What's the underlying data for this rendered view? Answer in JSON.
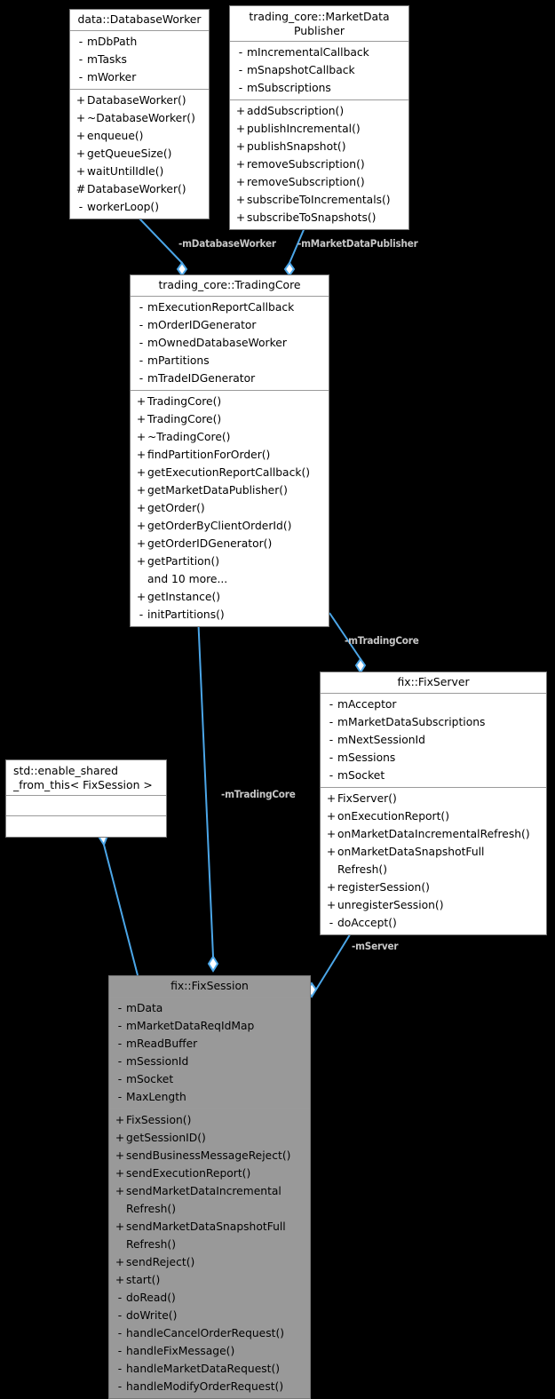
{
  "diagram": {
    "type": "uml-class-collaboration-diagram",
    "background": "#000000",
    "edge_color": "#4ba6e8",
    "label_color": "#c8c8c8",
    "highlight_fill": "#999999"
  },
  "nodes": {
    "database_worker": {
      "title": "data::DatabaseWorker",
      "attributes": [
        {
          "vis": "-",
          "name": "mDbPath"
        },
        {
          "vis": "-",
          "name": "mTasks"
        },
        {
          "vis": "-",
          "name": "mWorker"
        }
      ],
      "operations": [
        {
          "vis": "+",
          "name": "DatabaseWorker()"
        },
        {
          "vis": "+",
          "name": "~DatabaseWorker()"
        },
        {
          "vis": "+",
          "name": "enqueue()"
        },
        {
          "vis": "+",
          "name": "getQueueSize()"
        },
        {
          "vis": "+",
          "name": "waitUntilIdle()"
        },
        {
          "vis": "#",
          "name": "DatabaseWorker()"
        },
        {
          "vis": "-",
          "name": "workerLoop()"
        }
      ]
    },
    "market_data_publisher": {
      "title_line1": "trading_core::MarketData",
      "title_line2": "Publisher",
      "attributes": [
        {
          "vis": "-",
          "name": "mIncrementalCallback"
        },
        {
          "vis": "-",
          "name": "mSnapshotCallback"
        },
        {
          "vis": "-",
          "name": "mSubscriptions"
        }
      ],
      "operations": [
        {
          "vis": "+",
          "name": "addSubscription()"
        },
        {
          "vis": "+",
          "name": "publishIncremental()"
        },
        {
          "vis": "+",
          "name": "publishSnapshot()"
        },
        {
          "vis": "+",
          "name": "removeSubscription()"
        },
        {
          "vis": "+",
          "name": "removeSubscription()"
        },
        {
          "vis": "+",
          "name": "subscribeToIncrementals()"
        },
        {
          "vis": "+",
          "name": "subscribeToSnapshots()"
        }
      ]
    },
    "trading_core": {
      "title": "trading_core::TradingCore",
      "attributes": [
        {
          "vis": "-",
          "name": "mExecutionReportCallback"
        },
        {
          "vis": "-",
          "name": "mOrderIDGenerator"
        },
        {
          "vis": "-",
          "name": "mOwnedDatabaseWorker"
        },
        {
          "vis": "-",
          "name": "mPartitions"
        },
        {
          "vis": "-",
          "name": "mTradeIDGenerator"
        }
      ],
      "operations": [
        {
          "vis": "+",
          "name": "TradingCore()"
        },
        {
          "vis": "+",
          "name": "TradingCore()"
        },
        {
          "vis": "+",
          "name": "~TradingCore()"
        },
        {
          "vis": "+",
          "name": "findPartitionForOrder()"
        },
        {
          "vis": "+",
          "name": "getExecutionReportCallback()"
        },
        {
          "vis": "+",
          "name": "getMarketDataPublisher()"
        },
        {
          "vis": "+",
          "name": "getOrder()"
        },
        {
          "vis": "+",
          "name": "getOrderByClientOrderId()"
        },
        {
          "vis": "+",
          "name": "getOrderIDGenerator()"
        },
        {
          "vis": "+",
          "name": "getPartition()"
        },
        {
          "vis": "",
          "name": "and 10 more..."
        },
        {
          "vis": "+",
          "name": "getInstance()"
        },
        {
          "vis": "-",
          "name": "initPartitions()"
        }
      ]
    },
    "fix_server": {
      "title": "fix::FixServer",
      "attributes": [
        {
          "vis": "-",
          "name": "mAcceptor"
        },
        {
          "vis": "-",
          "name": "mMarketDataSubscriptions"
        },
        {
          "vis": "-",
          "name": "mNextSessionId"
        },
        {
          "vis": "-",
          "name": "mSessions"
        },
        {
          "vis": "-",
          "name": "mSocket"
        }
      ],
      "operations": [
        {
          "vis": "+",
          "name": "FixServer()"
        },
        {
          "vis": "+",
          "name": "onExecutionReport()"
        },
        {
          "vis": "+",
          "name": "onMarketDataIncrementalRefresh()"
        },
        {
          "vis": "+",
          "name": "onMarketDataSnapshotFull",
          "cont": "Refresh()"
        },
        {
          "vis": "+",
          "name": "registerSession()"
        },
        {
          "vis": "+",
          "name": "unregisterSession()"
        },
        {
          "vis": "-",
          "name": "doAccept()"
        }
      ]
    },
    "enable_shared_from_this": {
      "title_line1": "std::enable_shared",
      "title_line2": "_from_this< FixSession >",
      "attributes": [],
      "operations": []
    },
    "fix_session": {
      "title": "fix::FixSession",
      "highlighted": true,
      "attributes": [
        {
          "vis": "-",
          "name": "mData"
        },
        {
          "vis": "-",
          "name": "mMarketDataReqIdMap"
        },
        {
          "vis": "-",
          "name": "mReadBuffer"
        },
        {
          "vis": "-",
          "name": "mSessionId"
        },
        {
          "vis": "-",
          "name": "mSocket"
        },
        {
          "vis": "-",
          "name": "MaxLength"
        }
      ],
      "operations": [
        {
          "vis": "+",
          "name": "FixSession()"
        },
        {
          "vis": "+",
          "name": "getSessionID()"
        },
        {
          "vis": "+",
          "name": "sendBusinessMessageReject()"
        },
        {
          "vis": "+",
          "name": "sendExecutionReport()"
        },
        {
          "vis": "+",
          "name": "sendMarketDataIncremental",
          "cont": "Refresh()"
        },
        {
          "vis": "+",
          "name": "sendMarketDataSnapshotFull",
          "cont": "Refresh()"
        },
        {
          "vis": "+",
          "name": "sendReject()"
        },
        {
          "vis": "+",
          "name": "start()"
        },
        {
          "vis": "-",
          "name": "doRead()"
        },
        {
          "vis": "-",
          "name": "doWrite()"
        },
        {
          "vis": "-",
          "name": "handleCancelOrderRequest()"
        },
        {
          "vis": "-",
          "name": "handleFixMessage()"
        },
        {
          "vis": "-",
          "name": "handleMarketDataRequest()"
        },
        {
          "vis": "-",
          "name": "handleModifyOrderRequest()"
        }
      ]
    }
  },
  "edges": [
    {
      "id": "db-worker-to-core",
      "label": "-mDatabaseWorker",
      "kind": "aggregation"
    },
    {
      "id": "mdpub-to-core",
      "label": "-mMarketDataPublisher",
      "kind": "aggregation"
    },
    {
      "id": "core-to-fixserver",
      "label": "-mTradingCore",
      "kind": "aggregation"
    },
    {
      "id": "core-to-fixsession",
      "label": "-mTradingCore",
      "kind": "aggregation"
    },
    {
      "id": "fixserver-to-fixsession",
      "label": "-mServer",
      "kind": "aggregation"
    },
    {
      "id": "enable-shared-inherit",
      "label": "",
      "kind": "inheritance"
    }
  ]
}
